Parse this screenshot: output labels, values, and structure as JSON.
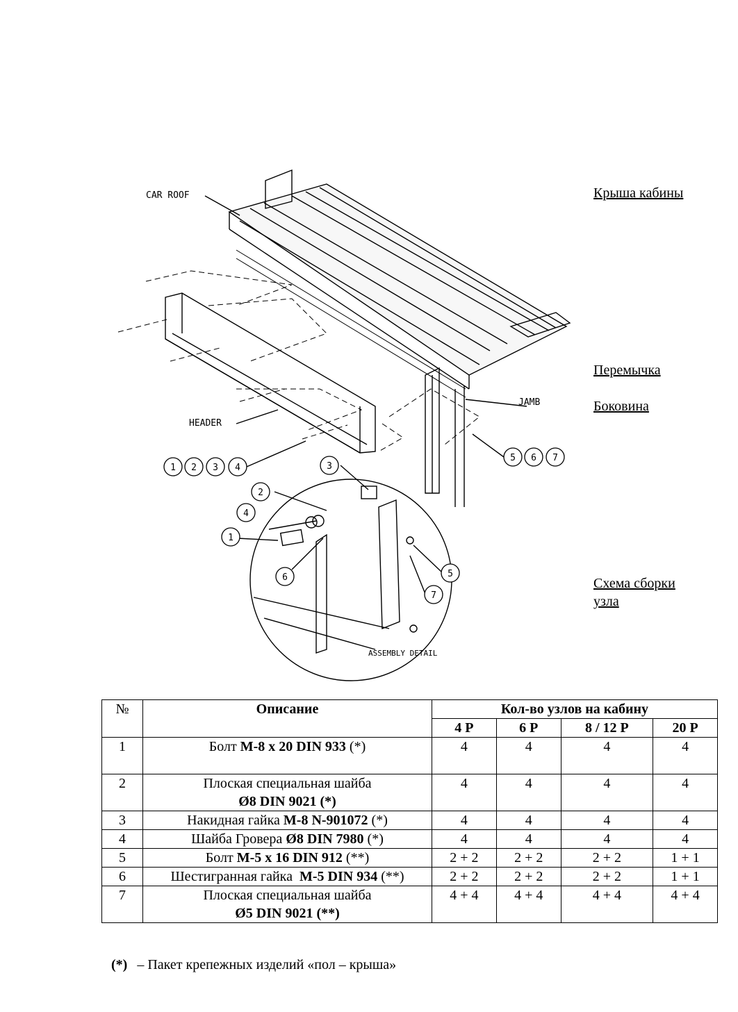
{
  "drawing": {
    "labels": {
      "car_roof": "CAR ROOF",
      "header": "HEADER",
      "jamb": "JAMB",
      "assembly_detail": "ASSEMBLY DETAIL"
    },
    "callouts": [
      "1",
      "2",
      "3",
      "4",
      "5",
      "6",
      "7"
    ]
  },
  "side_labels": {
    "roof": "Крыша кабины",
    "lintel": "Перемычка",
    "side": "Боковина",
    "scheme_line1": "Схема сборки",
    "scheme_line2": "узла"
  },
  "table": {
    "headers": {
      "num": "№",
      "desc": "Описание",
      "qty": "Кол-во узлов на кабину",
      "cols": [
        "4 P",
        "6 P",
        "8 / 12 P",
        "20 P"
      ]
    },
    "rows": [
      {
        "num": "1",
        "desc_plain": "Болт ",
        "desc_bold": "M-8 x 20 DIN 933",
        "desc_tail": " (*)",
        "desc2": "",
        "q": [
          "4",
          "4",
          "4",
          "4"
        ]
      },
      {
        "num": "2",
        "desc_plain": "Плоская специальная шайба",
        "desc_bold": "",
        "desc_tail": "",
        "desc2": "Ø8 DIN 9021 (*)",
        "q": [
          "4",
          "4",
          "4",
          "4"
        ]
      },
      {
        "num": "3",
        "desc_plain": "Накидная гайка ",
        "desc_bold": "M-8 N-901072",
        "desc_tail": " (*)",
        "desc2": "",
        "q": [
          "4",
          "4",
          "4",
          "4"
        ]
      },
      {
        "num": "4",
        "desc_plain": "Шайба Гровера ",
        "desc_bold": "Ø8 DIN 7980",
        "desc_tail": " (*)",
        "desc2": "",
        "q": [
          "4",
          "4",
          "4",
          "4"
        ]
      },
      {
        "num": "5",
        "desc_plain": "Болт ",
        "desc_bold": "M-5 x 16 DIN 912",
        "desc_tail": " (**)",
        "desc2": "",
        "q": [
          "2 + 2",
          "2 + 2",
          "2 + 2",
          "1 + 1"
        ]
      },
      {
        "num": "6",
        "desc_plain": "Шестигранная гайка  ",
        "desc_bold": "M-5 DIN 934",
        "desc_tail": " (**)",
        "desc2": "",
        "q": [
          "2 + 2",
          "2 + 2",
          "2 + 2",
          "1 + 1"
        ]
      },
      {
        "num": "7",
        "desc_plain": "Плоская специальная шайба",
        "desc_bold": "",
        "desc_tail": "",
        "desc2": "Ø5 DIN 9021 (**)",
        "q": [
          "4 + 4",
          "4 + 4",
          "4 + 4",
          "4 + 4"
        ]
      }
    ]
  },
  "footnote": {
    "mark": "(*)",
    "text": "– Пакет крепежных изделий «пол – крыша»"
  }
}
